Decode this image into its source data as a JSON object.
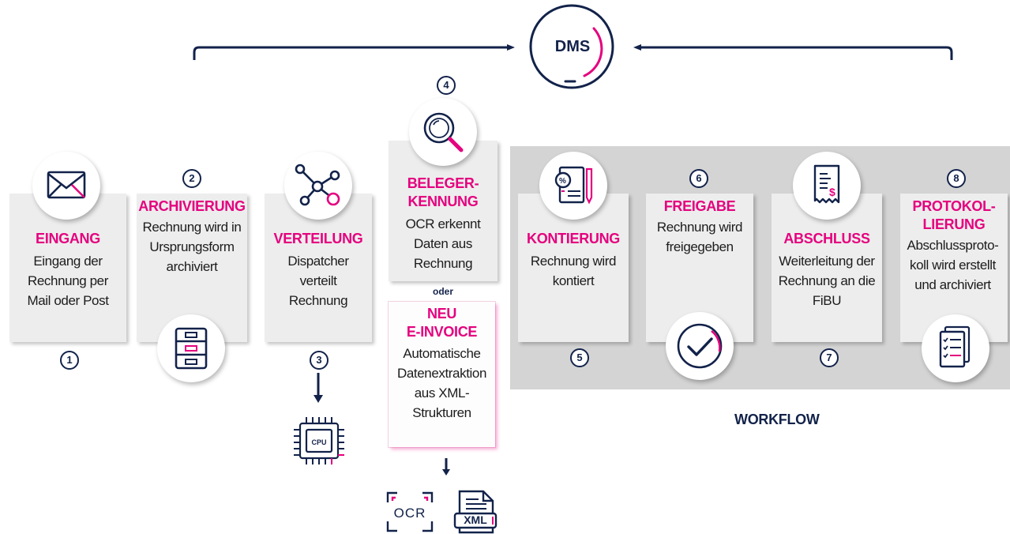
{
  "colors": {
    "accent": "#e5007e",
    "navy": "#12224a",
    "card": "#ededed",
    "workflow_bg": "#d4d4d4"
  },
  "dms": {
    "label": "DMS"
  },
  "steps": [
    {
      "num": "1",
      "title": "EINGANG",
      "desc": "Eingang der Rechnung per Mail oder Post",
      "icon": "envelope-icon"
    },
    {
      "num": "2",
      "title": "ARCHIVIERUNG",
      "desc": "Rechnung wird in Ursprungsform archiviert",
      "icon": "filing-cabinet-icon"
    },
    {
      "num": "3",
      "title": "VERTEILUNG",
      "desc": "Dispatcher verteilt Rechnung",
      "icon": "network-icon"
    },
    {
      "num": "4",
      "title": "BELEGER-KENNUNG",
      "desc": "OCR erkennt Daten aus Rechnung",
      "icon": "magnifier-icon"
    },
    {
      "num": "5",
      "title": "KONTIERUNG",
      "desc": "Rechnung wird kontiert",
      "icon": "accounting-document-icon"
    },
    {
      "num": "6",
      "title": "FREIGABE",
      "desc": "Rechnung wird freigegeben",
      "icon": "checkmark-icon"
    },
    {
      "num": "7",
      "title": "ABSCHLUSS",
      "desc": "Weiterleitung der Rechnung an die FiBU",
      "icon": "invoice-dollar-icon"
    },
    {
      "num": "8",
      "title": "PROTOKOL-LIERUNG",
      "desc": "Abschlussproto-koll wird erstellt und archiviert",
      "icon": "checklist-icon"
    }
  ],
  "step4_lines": {
    "title1": "BELEGER-",
    "title2": "KENNUNG",
    "d1": "OCR erkennt",
    "d2": "Daten aus",
    "d3": "Rechnung"
  },
  "step1_lines": {
    "d1": "Eingang der",
    "d2": "Rechnung per",
    "d3": "Mail oder Post"
  },
  "step2_lines": {
    "d1": "Rechnung wird in",
    "d2": "Ursprungsform",
    "d3": "archiviert"
  },
  "step3_lines": {
    "d1": "Dispatcher",
    "d2": "verteilt",
    "d3": "Rechnung"
  },
  "step5_lines": {
    "d1": "Rechnung wird",
    "d2": "kontiert"
  },
  "step6_lines": {
    "d1": "Rechnung wird",
    "d2": "freigegeben"
  },
  "step7_lines": {
    "d1": "Weiterleitung der",
    "d2": "Rechnung an die",
    "d3": "FiBU"
  },
  "step8_lines": {
    "t1": "PROTOKOL-",
    "t2": "LIERUNG",
    "d1": "Abschlussproto-",
    "d2": "koll wird erstellt",
    "d3": "und archiviert"
  },
  "oder": "oder",
  "einvoice": {
    "t1": "NEU",
    "t2": "E-INVOICE",
    "d1": "Automatische",
    "d2": "Datenextraktion",
    "d3": "aus XML-",
    "d4": "Strukturen"
  },
  "cpu_label": "CPU",
  "ocr_label": "OCR",
  "xml_label": "XML",
  "workflow_label": "WORKFLOW"
}
